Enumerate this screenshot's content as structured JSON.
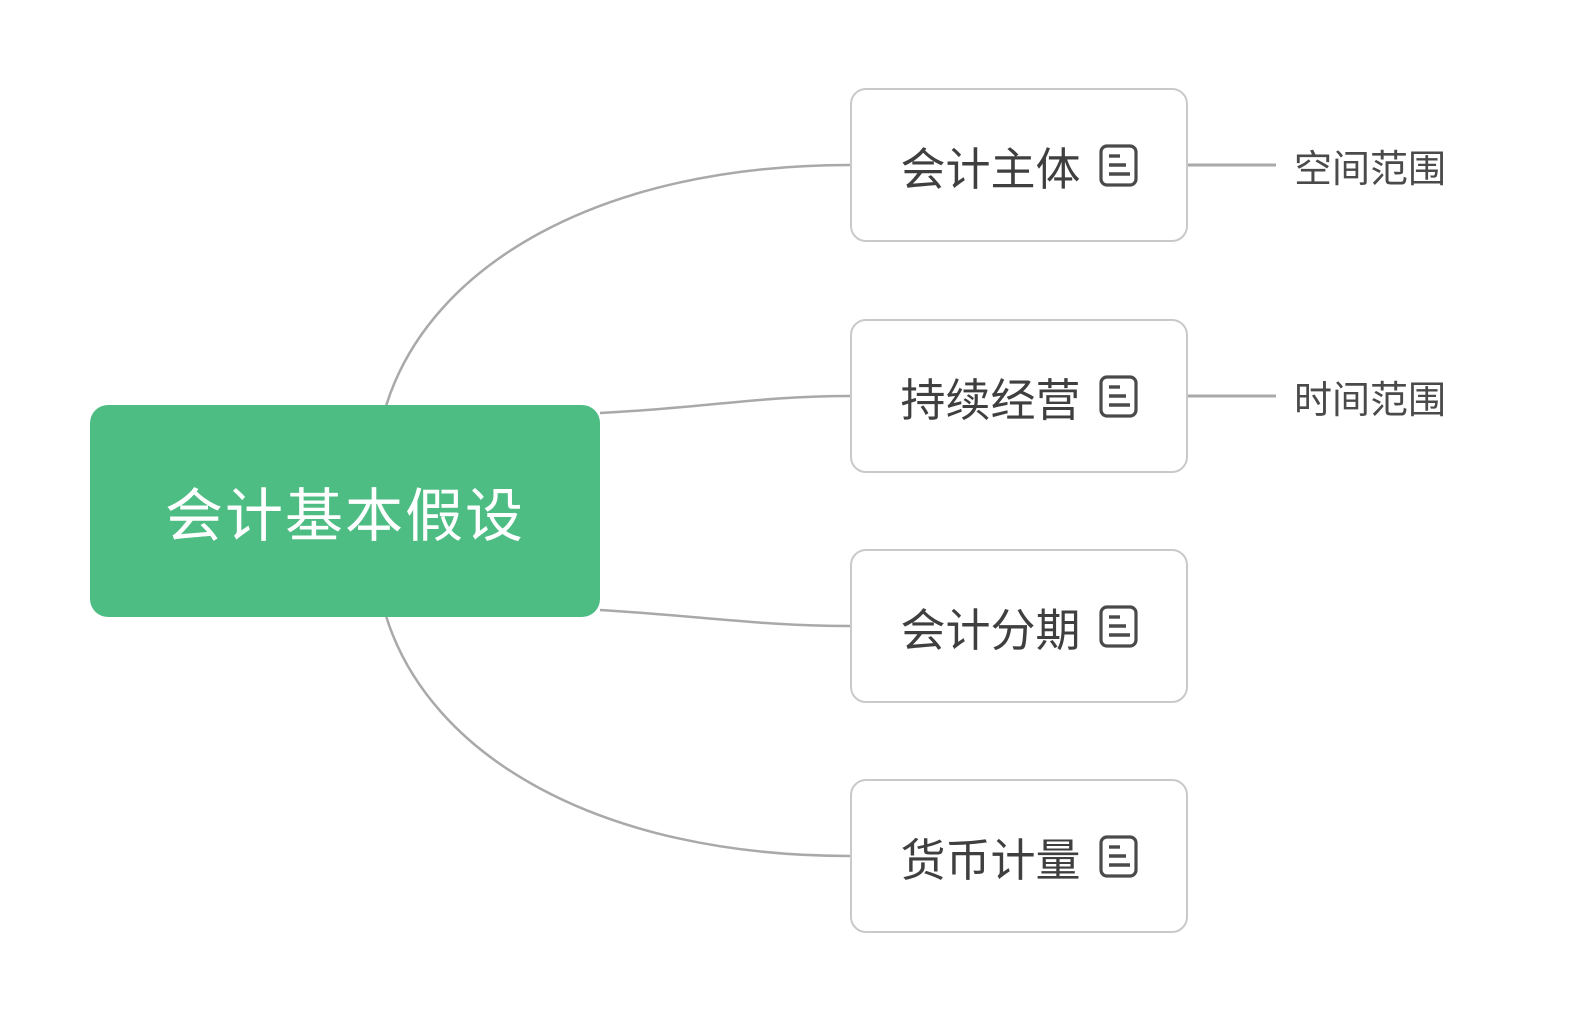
{
  "root": {
    "label": "会计基本假设",
    "bg_color": "#4ebd84",
    "text_color": "#ffffff"
  },
  "branches": [
    {
      "label": "会计主体",
      "icon": "note-icon",
      "child_label": "空间范围"
    },
    {
      "label": "持续经营",
      "icon": "note-icon",
      "child_label": "时间范围"
    },
    {
      "label": "会计分期",
      "icon": "note-icon"
    },
    {
      "label": "货币计量",
      "icon": "note-icon"
    }
  ],
  "colors": {
    "root_green": "#4ebd84",
    "node_border": "#c9c9c9",
    "connector_gray": "#a9a9a9",
    "node_text": "#3f3f3f",
    "sub_label_text": "#4a4a4a",
    "icon_stroke": "#4a4a4a",
    "background": "#ffffff"
  }
}
